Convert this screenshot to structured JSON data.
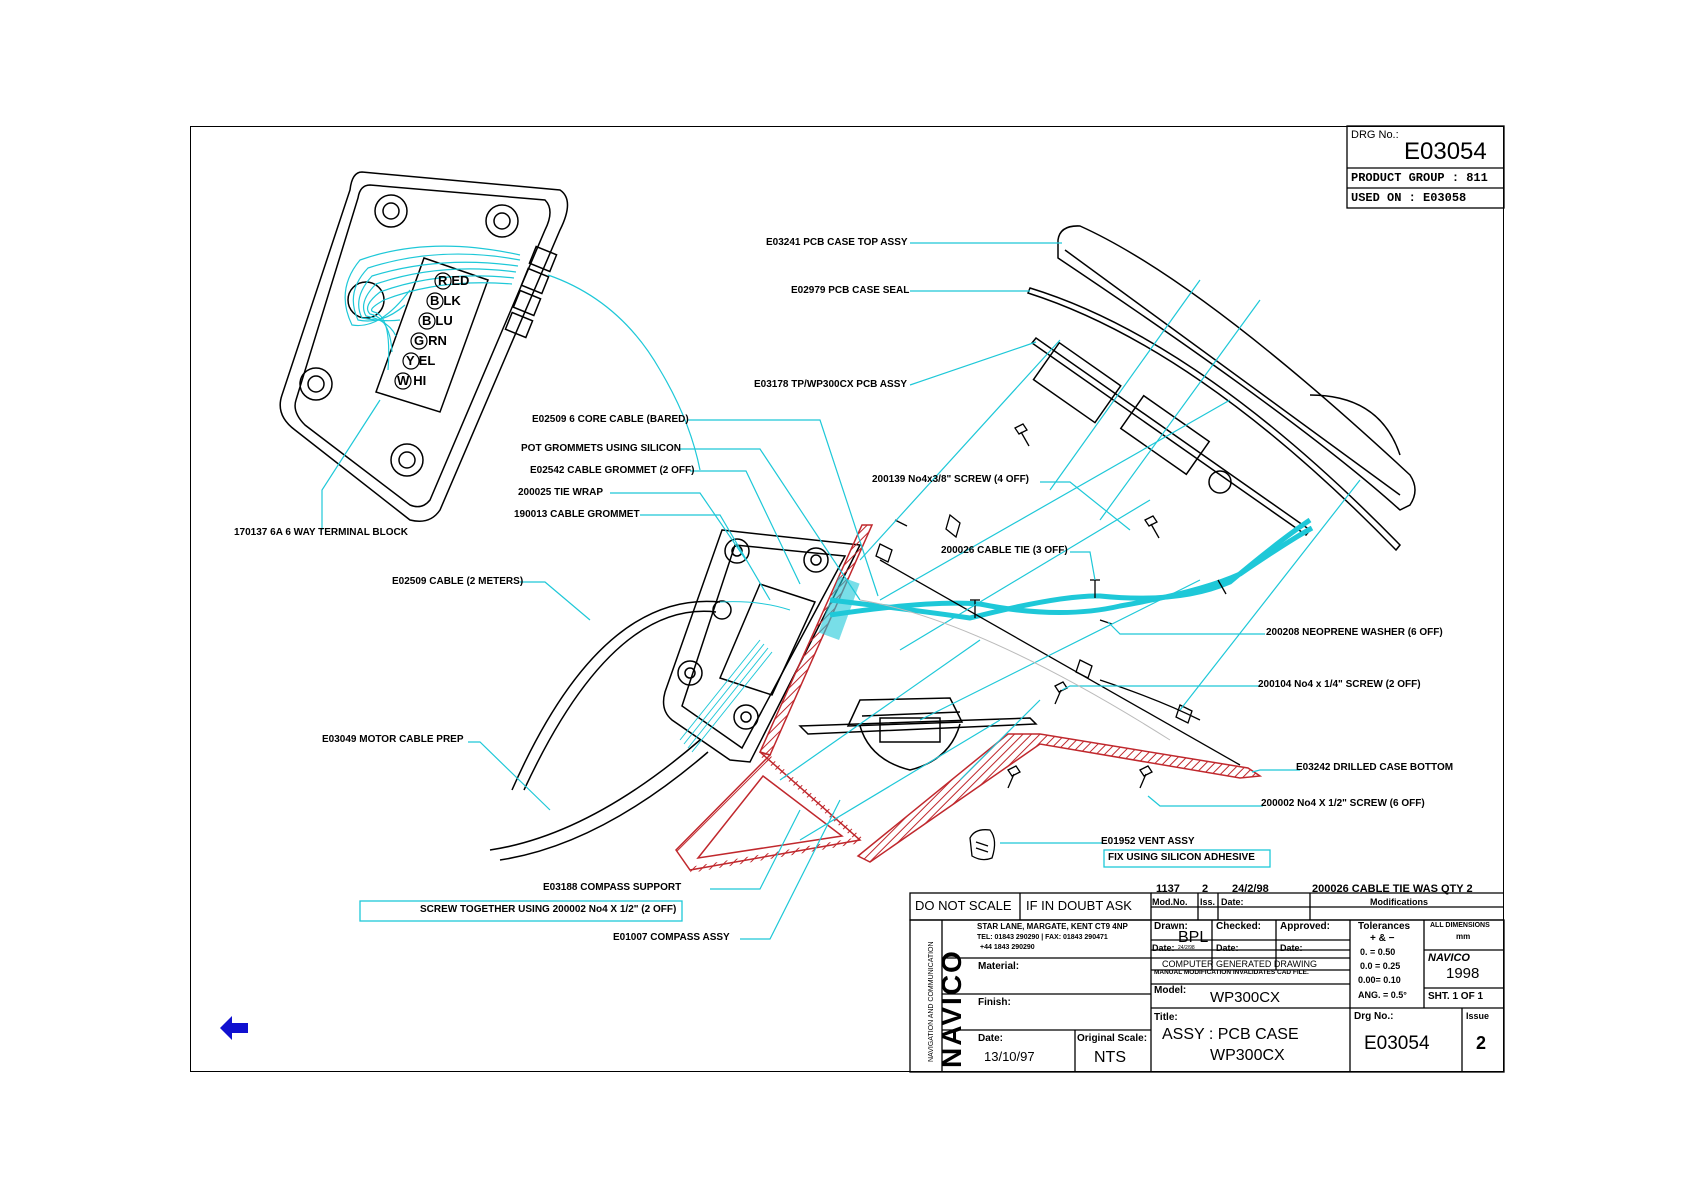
{
  "drawing": {
    "drg_no_label": "DRG No.:",
    "drg_no": "E03054",
    "product_group": "PRODUCT GROUP : 811",
    "used_on": "USED ON : E03058"
  },
  "terminal_colors": [
    {
      "code": "R",
      "rest": "ED"
    },
    {
      "code": "B",
      "rest": "LK"
    },
    {
      "code": "B",
      "rest": "LU"
    },
    {
      "code": "G",
      "rest": "RN"
    },
    {
      "code": "Y",
      "rest": "EL"
    },
    {
      "code": "W",
      "rest": "HI"
    }
  ],
  "callouts": {
    "pcb_case_top": "E03241 PCB CASE TOP ASSY",
    "case_seal": "E02979 PCB CASE SEAL",
    "pcb_assy": "E03178 TP/WP300CX PCB ASSY",
    "core_cable": "E02509 6 CORE CABLE (BARED)",
    "pot_grommets": "POT GROMMETS USING SILICON",
    "cable_grommet": "E02542 CABLE GROMMET (2 OFF)",
    "tie_wrap": "200025 TIE WRAP",
    "cable_grommet_190013": "190013 CABLE GROMMET",
    "terminal_block": "170137 6A 6 WAY TERMINAL BLOCK",
    "cable_2m": "E02509 CABLE (2 METERS)",
    "screw_4off": "200139 No4x3/8\" SCREW (4 OFF)",
    "cable_tie_3off": "200026 CABLE TIE (3 OFF)",
    "neoprene_washer": "200208 NEOPRENE WASHER (6 OFF)",
    "screw_2off": "200104 No4 x 1/4\" SCREW (2 OFF)",
    "motor_cable": "E03049 MOTOR CABLE PREP",
    "drilled_case_bottom": "E03242 DRILLED CASE BOTTOM",
    "screw_6off": "200002 No4 X 1/2\" SCREW (6 OFF)",
    "vent_assy": "E01952 VENT ASSY",
    "vent_note": "FIX USING SILICON ADHESIVE",
    "compass_support": "E03188 COMPASS SUPPORT",
    "screw_note": "SCREW TOGETHER USING 200002 No4 X 1/2\" (2 OFF)",
    "compass_assy": "E01007 COMPASS ASSY"
  },
  "revision": {
    "mod_no": "1137",
    "issue": "2",
    "date": "24/2/98",
    "modification": "200026 CABLE TIE WAS QTY 2",
    "mod_no_label": "Mod.No.",
    "iss_label": "Iss.",
    "date_label": "Date:",
    "modifications_label": "Modifications"
  },
  "title_block": {
    "do_not_scale": "DO NOT SCALE",
    "if_in_doubt": "IF IN DOUBT ASK",
    "company_vertical": "NAVIGATION AND COMMUNICATION",
    "logo": "NAVICO",
    "address1": "STAR LANE, MARGATE, KENT CT9 4NP",
    "address2": "TEL: 01843 290290  |  FAX: 01843 290471",
    "address3": "+44 1843 290290",
    "drawn_label": "Drawn:",
    "drawn": "BPL",
    "drawn_date_label": "Date:",
    "drawn_date": "24/2/98",
    "checked_label": "Checked:",
    "checked_date_label": "Date:",
    "approved_label": "Approved:",
    "approved_date_label": "Date:",
    "material_label": "Material:",
    "finish_label": "Finish:",
    "cad_note1": "COMPUTER GENERATED DRAWING",
    "cad_note2": "MANUAL MODIFICATION INVALIDATES CAD FILE.",
    "model_label": "Model:",
    "model": "WP300CX",
    "date_label": "Date:",
    "date": "13/10/97",
    "orig_scale_label": "Original Scale:",
    "orig_scale": "NTS",
    "title_label": "Title:",
    "title1": "ASSY : PCB  CASE",
    "title2": "WP300CX",
    "tolerances_label": "Tolerances",
    "plus_minus": "+ & −",
    "tol1": "0.   = 0.50",
    "tol2": "0.0  = 0.25",
    "tol3": "0.00= 0.10",
    "tol4": "ANG. = 0.5°",
    "all_dims": "ALL DIMENSIONS",
    "mm": "mm",
    "navico_small": "NAVICO",
    "year": "1998",
    "sheet": "SHT. 1 OF 1",
    "drg_no_label": "Drg No.:",
    "drg_no": "E03054",
    "issue_label": "Issue",
    "issue": "2"
  },
  "colors": {
    "line": "#000000",
    "cyan": "#1ec8d8",
    "red": "#c0282d",
    "nav_arrow": "#1010d0"
  },
  "icons": {
    "back": "back-arrow-icon"
  }
}
